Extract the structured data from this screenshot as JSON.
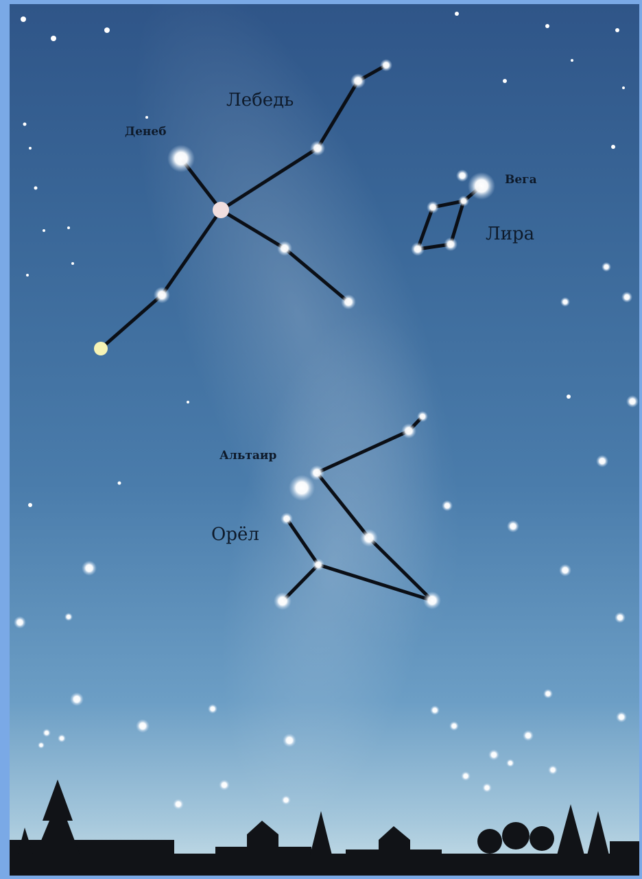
{
  "labels": {
    "deneb": "Денеб",
    "lebed": "Лебедь",
    "vega": "Вега",
    "lira": "Лира",
    "altair": "Альтаир",
    "orel": "Орёл"
  },
  "colors": {
    "frame": "#7aa9e6",
    "sky_top": "#2f5588",
    "sky_bottom": "#c8dfe8",
    "lines": "#0b0f16",
    "ground": "#111317"
  }
}
